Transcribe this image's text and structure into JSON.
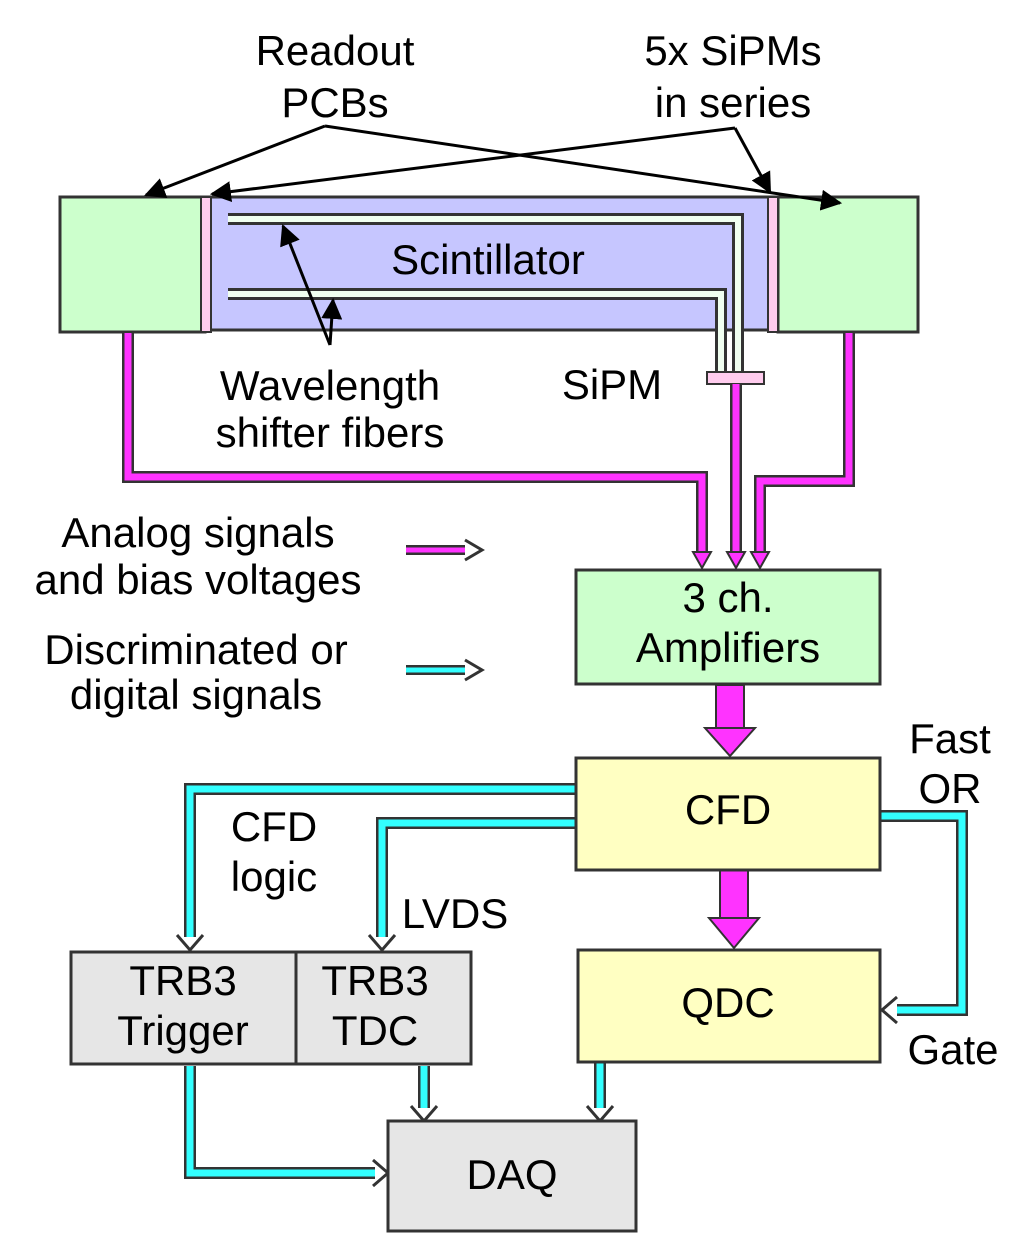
{
  "labels": {
    "readout_pcbs_line1": "Readout",
    "readout_pcbs_line2": "PCBs",
    "sipms_line1": "5x SiPMs",
    "sipms_line2": "in series",
    "scintillator": "Scintillator",
    "wls_line1": "Wavelength",
    "wls_line2": "shifter fibers",
    "sipm": "SiPM",
    "legend_analog_line1": "Analog signals",
    "legend_analog_line2": "and bias voltages",
    "legend_digital_line1": "Discriminated or",
    "legend_digital_line2": "digital signals",
    "amp_line1": "3 ch.",
    "amp_line2": "Amplifiers",
    "cfd": "CFD",
    "fast_or_line1": "Fast",
    "fast_or_line2": "OR",
    "cfd_logic_line1": "CFD",
    "cfd_logic_line2": "logic",
    "lvds": "LVDS",
    "trb3_trigger_line1": "TRB3",
    "trb3_trigger_line2": "Trigger",
    "trb3_tdc_line1": "TRB3",
    "trb3_tdc_line2": "TDC",
    "qdc": "QDC",
    "gate": "Gate",
    "daq": "DAQ"
  },
  "colors": {
    "pcb_green": "#ccffcc",
    "scintillator_blue": "#c6c6ff",
    "sipm_pink": "#ffccee",
    "fiber_fill": "#f0fff0",
    "analog_magenta": "#ff33ff",
    "digital_cyan": "#33ffff",
    "cfd_yellow": "#ffffc2",
    "trb_gray": "#e6e6e6",
    "stroke": "#333333"
  }
}
